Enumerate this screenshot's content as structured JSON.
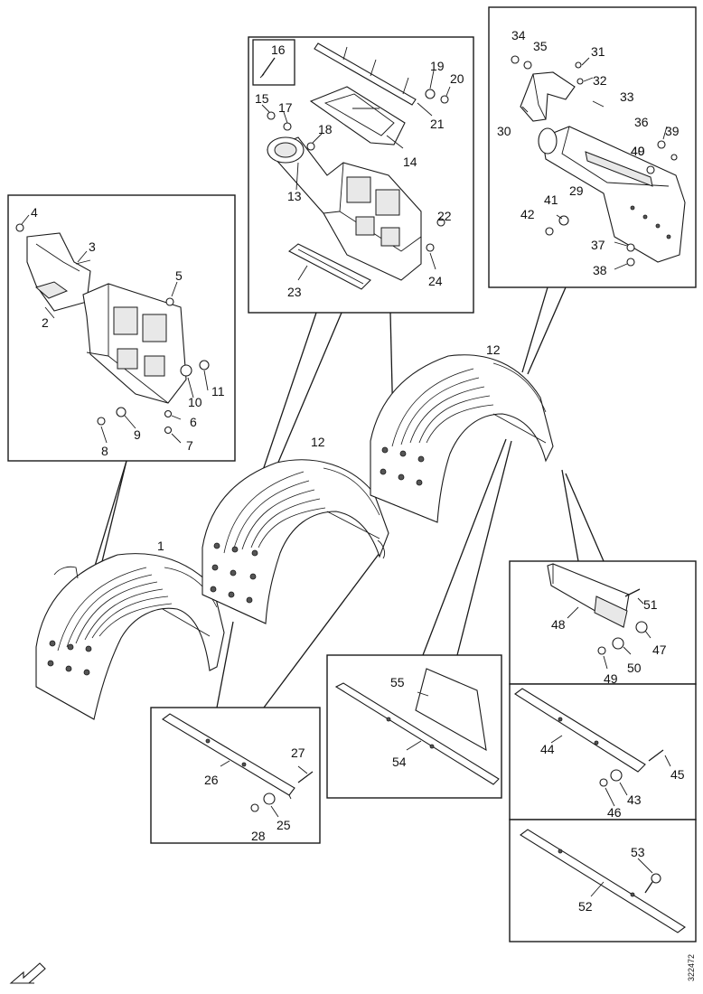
{
  "parts": {
    "p1": "1",
    "p2": "2",
    "p3": "3",
    "p4": "4",
    "p5": "5",
    "p6": "6",
    "p7": "7",
    "p8": "8",
    "p9": "9",
    "p10": "10",
    "p11": "11",
    "p12a": "12",
    "p12b": "12",
    "p13": "13",
    "p14": "14",
    "p15": "15",
    "p16": "16",
    "p17": "17",
    "p18": "18",
    "p19": "19",
    "p20": "20",
    "p21": "21",
    "p22": "22",
    "p23": "23",
    "p24": "24",
    "p25": "25",
    "p26": "26",
    "p27": "27",
    "p28": "28",
    "p29": "29",
    "p30": "30",
    "p31": "31",
    "p32": "32",
    "p33": "33",
    "p34": "34",
    "p35": "35",
    "p36": "36",
    "p37": "37",
    "p38": "38",
    "p39": "39",
    "p40": "40",
    "p41": "41",
    "p42": "42",
    "p43": "43",
    "p44": "44",
    "p45": "45",
    "p46": "46",
    "p47": "47",
    "p48": "48",
    "p49a": "49",
    "p49b": "49",
    "p50": "50",
    "p51": "51",
    "p52": "52",
    "p53": "53",
    "p54": "54",
    "p55": "55"
  },
  "document_id": "322472",
  "icons": {
    "orientation": "direction-arrow-icon"
  }
}
